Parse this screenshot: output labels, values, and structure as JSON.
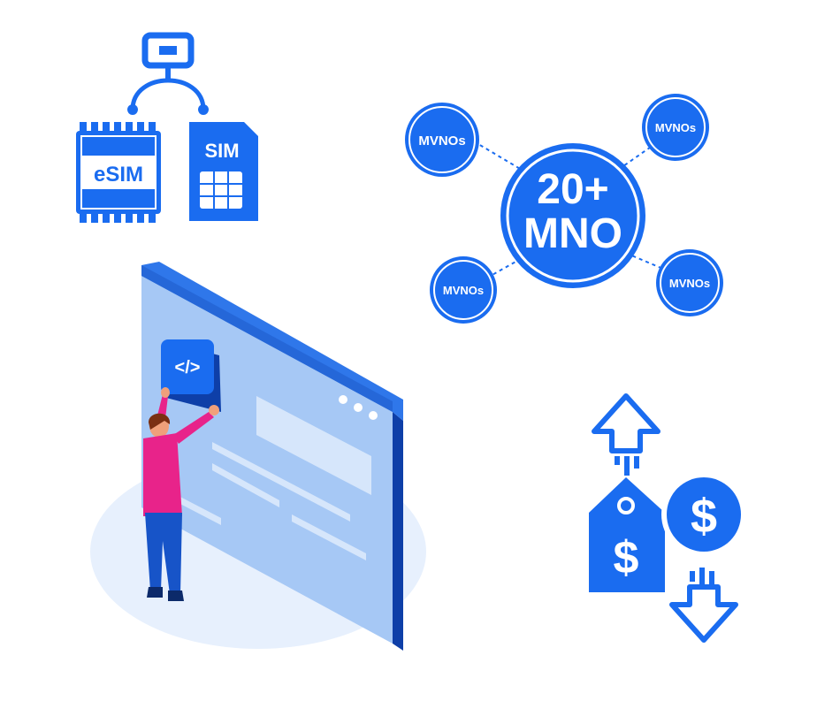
{
  "sim_group": {
    "esim_label": "eSIM",
    "sim_label": "SIM"
  },
  "network": {
    "center_line1": "20+",
    "center_line2": "MNO",
    "satellites": [
      {
        "label": "MVNOs"
      },
      {
        "label": "MVNOs"
      },
      {
        "label": "MVNOs"
      },
      {
        "label": "MVNOs"
      }
    ]
  },
  "developer_scene": {
    "code_tile_label": "</>"
  },
  "pricing": {
    "coin_symbol": "$",
    "tag_symbol": "$"
  },
  "colors": {
    "brand_blue": "#1a6cf0",
    "panel_light": "#a6c8f5",
    "panel_frame": "#2f77ea",
    "shadow": "#e7f0fd",
    "shirt": "#e8238a",
    "pants": "#1754c8"
  }
}
